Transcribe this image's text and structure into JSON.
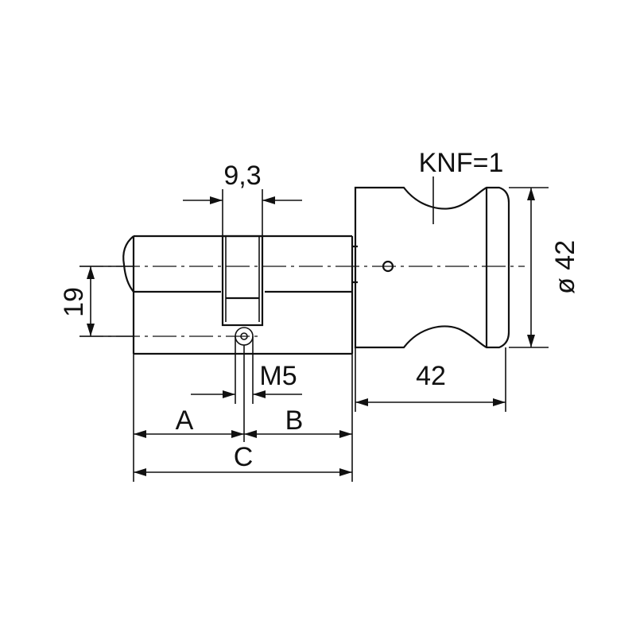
{
  "labels": {
    "pin_width": "9,3",
    "knob_profile": "KNF=1",
    "knob_diameter": "ø 42",
    "height": "19",
    "knob_length": "42",
    "thread": "M5",
    "side_a": "A",
    "side_b": "B",
    "total": "C"
  }
}
